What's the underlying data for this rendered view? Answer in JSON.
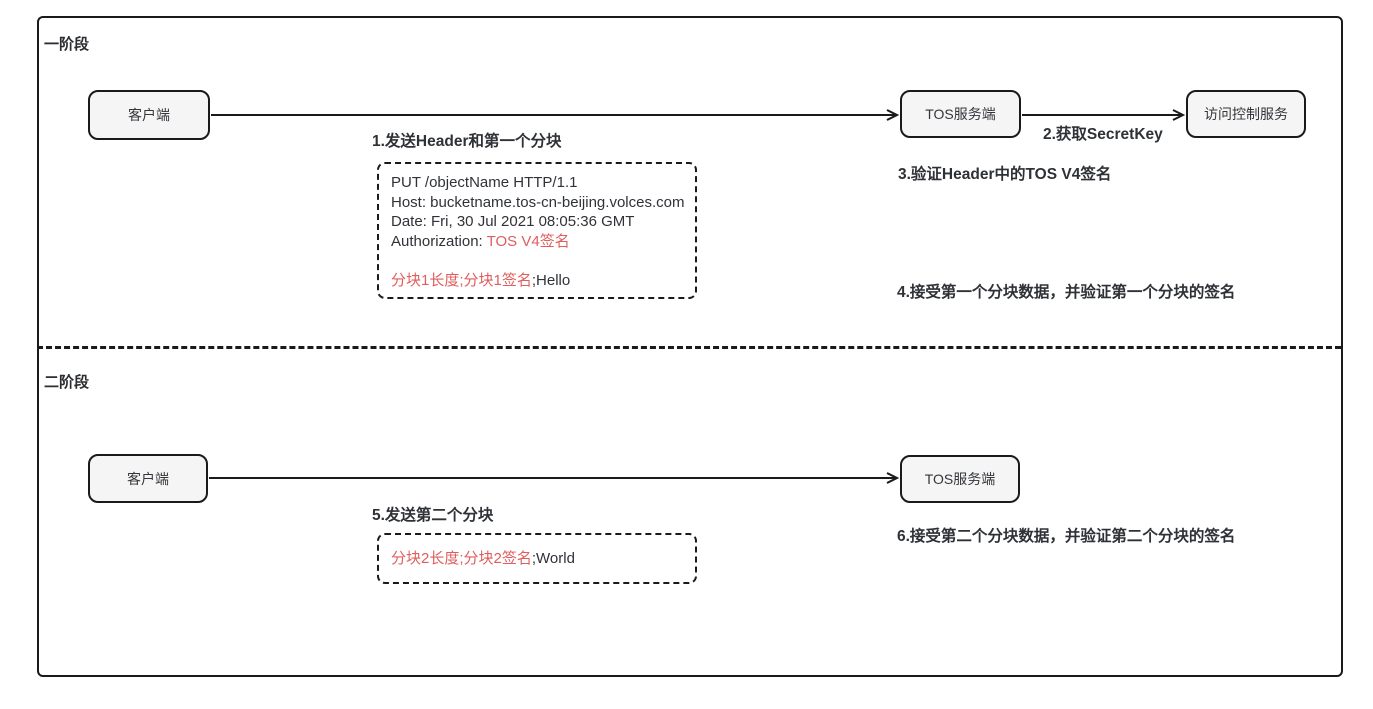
{
  "phase1": {
    "label": "一阶段",
    "nodes": {
      "client": "客户端",
      "tos": "TOS服务端",
      "acl": "访问控制服务"
    },
    "arrow1_label": "1.发送Header和第一个分块",
    "arrow2_label": "2.获取SecretKey",
    "note_verify_header": "3.验证Header中的TOS V4签名",
    "note_accept_chunk1": "4.接受第一个分块数据，并验证第一个分块的签名",
    "request": {
      "request_line": "PUT /objectName HTTP/1.1",
      "host_line": "Host: bucketname.tos-cn-beijing.volces.com",
      "date_line": "Date: Fri, 30 Jul 2021 08:05:36 GMT",
      "auth_label": "Authorization: ",
      "auth_value": "TOS V4签名",
      "chunk_highlight": "分块1长度;分块1签名",
      "chunk_tail": ";Hello"
    }
  },
  "phase2": {
    "label": "二阶段",
    "nodes": {
      "client": "客户端",
      "tos": "TOS服务端"
    },
    "arrow_label": "5.发送第二个分块",
    "note_accept_chunk2": "6.接受第二个分块数据，并验证第二个分块的签名",
    "payload": {
      "chunk_highlight": "分块2长度;分块2签名",
      "chunk_tail": ";World"
    }
  },
  "colors": {
    "highlight_red": "#e05d5d",
    "node_fill": "#f5f5f5",
    "line_color": "#1a1a1a"
  }
}
